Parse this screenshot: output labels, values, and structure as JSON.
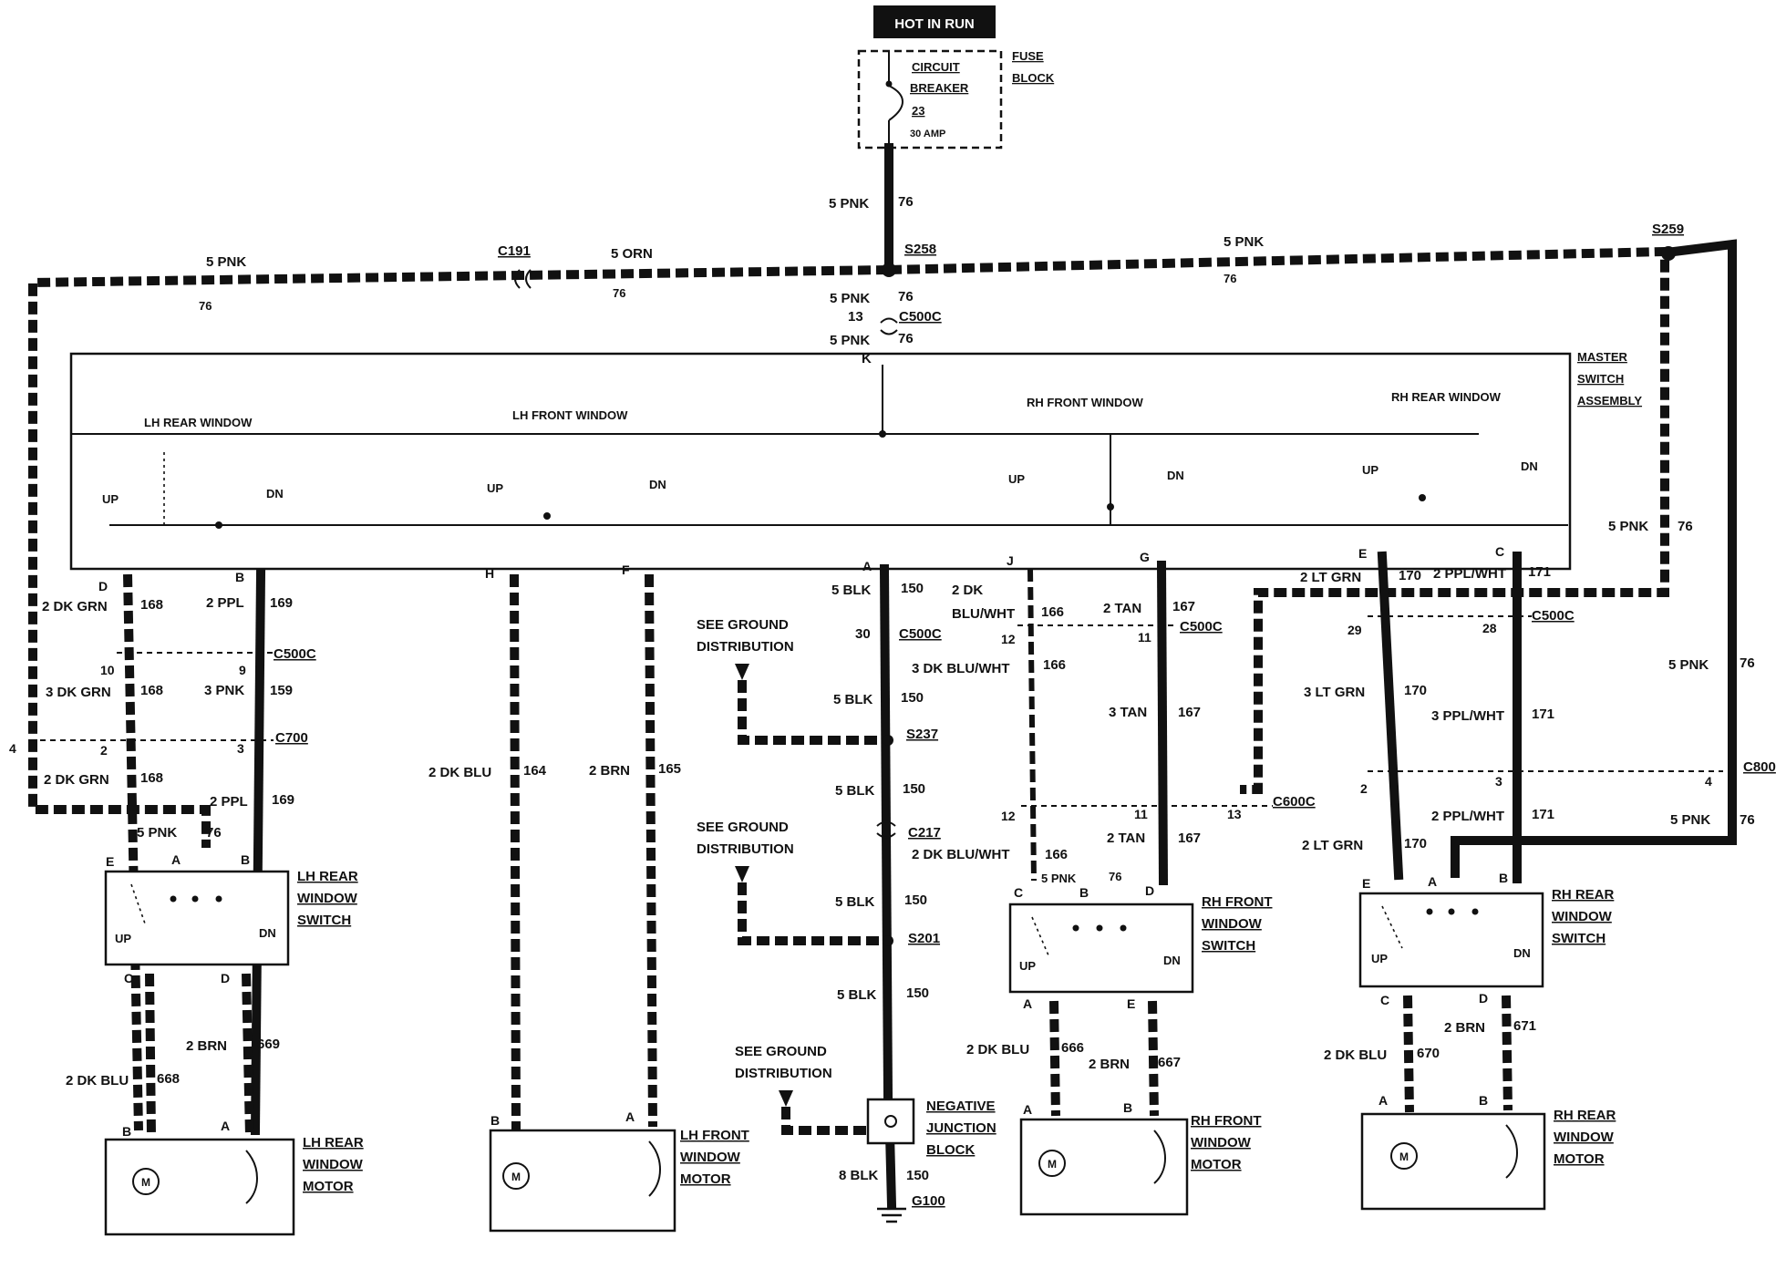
{
  "power": {
    "hot_label": "HOT IN RUN",
    "breaker_l1": "CIRCUIT",
    "breaker_l2": "BREAKER",
    "breaker_num": "23",
    "breaker_amp": "30 AMP",
    "fuse_l1": "FUSE",
    "fuse_l2": "BLOCK"
  },
  "feed": {
    "gauge": "5 PNK",
    "circuit": "76"
  },
  "top_bus": {
    "left_gauge": "5 PNK",
    "left_circuit": "76",
    "c191": "C191",
    "orn_gauge": "5 ORN",
    "orn_circuit": "76",
    "s258": "S258",
    "right_gauge": "5 PNK",
    "right_circuit": "76",
    "s259": "S259"
  },
  "c500c_top": {
    "g1": "5 PNK",
    "c1": "76",
    "pin": "13",
    "name": "C500C",
    "g2": "5 PNK",
    "c2": "76",
    "pin_k": "K"
  },
  "master": {
    "title_l1": "MASTER",
    "title_l2": "SWITCH",
    "title_l3": "ASSEMBLY",
    "lh_rear": "LH REAR WINDOW",
    "lh_front": "LH FRONT WINDOW",
    "rh_front": "RH FRONT WINDOW",
    "rh_rear": "RH REAR WINDOW",
    "up": "UP",
    "dn": "DN",
    "pins": {
      "d": "D",
      "b": "B",
      "h": "H",
      "f": "F",
      "a": "A",
      "j": "J",
      "g": "G",
      "e": "E",
      "c": "C"
    }
  },
  "lh_rear": {
    "w1_gauge": "2 DK GRN",
    "w1_circuit": "168",
    "w2_gauge": "2 PPL",
    "w2_circuit": "169",
    "pin10": "10",
    "pin9": "9",
    "c500c": "C500C",
    "w3_gauge": "3 DK GRN",
    "w3_circuit": "168",
    "w4_gauge": "3 PNK",
    "w4_circuit": "159",
    "pin4": "4",
    "pin2": "2",
    "pin3": "3",
    "c700": "C700",
    "w5_gauge": "2 DK GRN",
    "w5_circuit": "168",
    "w6_gauge": "2 PPL",
    "w6_circuit": "169",
    "pnk_gauge": "5 PNK",
    "pnk_circuit": "76",
    "sw_e": "E",
    "sw_a": "A",
    "sw_b": "B",
    "sw_c": "C",
    "sw_d": "D",
    "sw_l1": "LH REAR",
    "sw_l2": "WINDOW",
    "sw_l3": "SWITCH",
    "m1_gauge": "2 DK BLU",
    "m1_circuit": "668",
    "m2_gauge": "2 BRN",
    "m2_circuit": "669",
    "mot_b": "B",
    "mot_a": "A",
    "mot_l1": "LH REAR",
    "mot_l2": "WINDOW",
    "mot_l3": "MOTOR"
  },
  "lh_front": {
    "w1_gauge": "2 DK BLU",
    "w1_circuit": "164",
    "w2_gauge": "2 BRN",
    "w2_circuit": "165",
    "mot_b": "B",
    "mot_a": "A",
    "mot_l1": "LH FRONT",
    "mot_l2": "WINDOW",
    "mot_l3": "MOTOR"
  },
  "ground": {
    "w1_gauge": "5 BLK",
    "w1_circuit": "150",
    "pin30": "30",
    "c500c": "C500C",
    "see1_l1": "SEE GROUND",
    "see1_l2": "DISTRIBUTION",
    "w2_gauge": "5 BLK",
    "w2_circuit": "150",
    "s237": "S237",
    "w3_gauge": "5 BLK",
    "w3_circuit": "150",
    "c217": "C217",
    "see2_l1": "SEE GROUND",
    "see2_l2": "DISTRIBUTION",
    "w4_gauge": "5 BLK",
    "w4_circuit": "150",
    "s201": "S201",
    "w5_gauge": "5 BLK",
    "w5_circuit": "150",
    "see3_l1": "SEE GROUND",
    "see3_l2": "DISTRIBUTION",
    "njb_l1": "NEGATIVE",
    "njb_l2": "JUNCTION",
    "njb_l3": "BLOCK",
    "w6_gauge": "8 BLK",
    "w6_circuit": "150",
    "g100": "G100"
  },
  "rh_front": {
    "w1_gauge_l1": "2 DK",
    "w1_gauge_l2": "BLU/WHT",
    "w1_circuit": "166",
    "w2_gauge": "2 TAN",
    "w2_circuit": "167",
    "pin12": "12",
    "pin11": "11",
    "c500c": "C500C",
    "w3_gauge": "3 DK BLU/WHT",
    "w3_circuit": "166",
    "w4_gauge": "3 TAN",
    "w4_circuit": "167",
    "pin12b": "12",
    "pin11b": "11",
    "pin13": "13",
    "c600c": "C600C",
    "w5_gauge": "2 DK BLU/WHT",
    "w5_circuit": "166",
    "w6_gauge": "2 TAN",
    "w6_circuit": "167",
    "pnk_gauge": "5 PNK",
    "pnk_circuit": "76",
    "sw_c": "C",
    "sw_b": "B",
    "sw_d": "D",
    "sw_a": "A",
    "sw_e": "E",
    "sw_l1": "RH FRONT",
    "sw_l2": "WINDOW",
    "sw_l3": "SWITCH",
    "m1_gauge": "2 DK BLU",
    "m1_circuit": "666",
    "m2_gauge": "2 BRN",
    "m2_circuit": "667",
    "mot_a": "A",
    "mot_b": "B",
    "mot_l1": "RH FRONT",
    "mot_l2": "WINDOW",
    "mot_l3": "MOTOR"
  },
  "rh_rear": {
    "w1_gauge": "2 LT GRN",
    "w1_circuit": "170",
    "w2_gauge": "2 PPL/WHT",
    "w2_circuit": "171",
    "pin29": "29",
    "pin28": "28",
    "c500c": "C500C",
    "w3_gauge": "3 LT GRN",
    "w3_circuit": "170",
    "w4_gauge": "3 PPL/WHT",
    "w4_circuit": "171",
    "pin2": "2",
    "pin3": "3",
    "pin4": "4",
    "c800": "C800",
    "w5_gauge": "2 PPL/WHT",
    "w5_circuit": "171",
    "w6_gauge": "2 LT GRN",
    "w6_circuit": "170",
    "pnk1_gauge": "5 PNK",
    "pnk1_circuit": "76",
    "pnk2_gauge": "5 PNK",
    "pnk2_circuit": "76",
    "pnk3_gauge": "5 PNK",
    "pnk3_circuit": "76",
    "sw_e": "E",
    "sw_a": "A",
    "sw_b": "B",
    "sw_c": "C",
    "sw_d": "D",
    "sw_l1": "RH REAR",
    "sw_l2": "WINDOW",
    "sw_l3": "SWITCH",
    "m1_gauge": "2 DK BLU",
    "m1_circuit": "670",
    "m2_gauge": "2 BRN",
    "m2_circuit": "671",
    "mot_a": "A",
    "mot_b": "B",
    "mot_l1": "RH REAR",
    "mot_l2": "WINDOW",
    "mot_l3": "MOTOR"
  }
}
